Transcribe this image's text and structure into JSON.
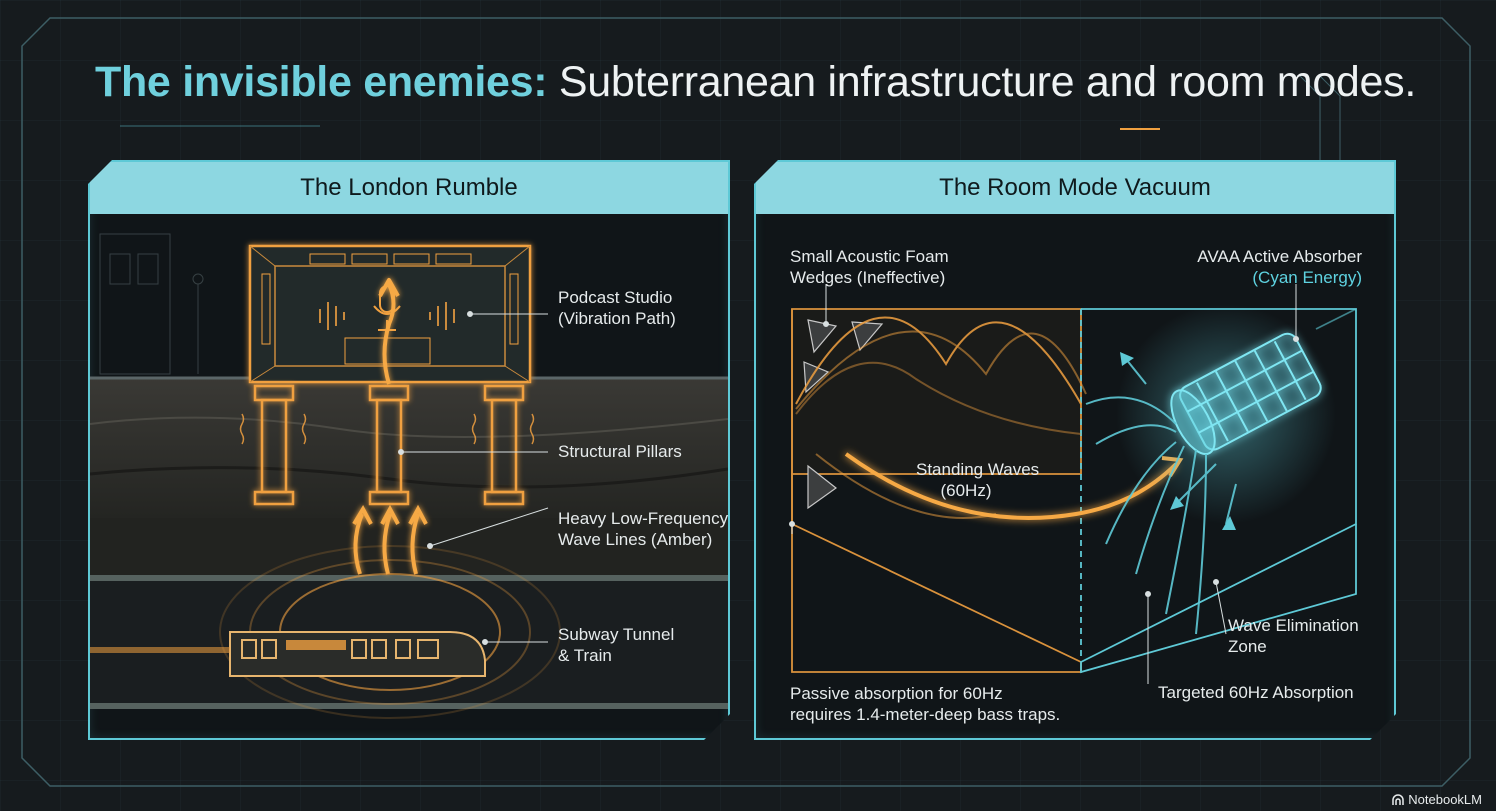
{
  "title": {
    "accent": "The invisible enemies:",
    "rest": "Subterranean infrastructure and room modes."
  },
  "left_panel": {
    "heading": "The London Rumble",
    "labels": {
      "studio": [
        "Podcast Studio",
        "(Vibration Path)"
      ],
      "pillars": "Structural Pillars",
      "waves": [
        "Heavy Low-Frequency",
        "Wave Lines (Amber)"
      ],
      "tunnel": [
        "Subway Tunnel",
        "& Train"
      ]
    }
  },
  "right_panel": {
    "heading": "The Room Mode Vacuum",
    "labels": {
      "foam": [
        "Small Acoustic Foam",
        "Wedges (Ineffective)"
      ],
      "absorber": "AVAA Active Absorber",
      "absorber_note": "(Cyan Energy)",
      "standing": [
        "Standing Waves",
        "(60Hz)"
      ],
      "passive": [
        "Passive absorption for 60Hz",
        "requires 1.4-meter-deep bass traps."
      ],
      "elimination": [
        "Wave Elimination",
        "Zone"
      ],
      "targeted": "Targeted 60Hz Absorption"
    }
  },
  "brand": "NotebookLM",
  "colors": {
    "cyan": "#5ec9d6",
    "amber": "#f0a040",
    "header_fill": "#8dd7e1",
    "background": "#161b1e"
  }
}
